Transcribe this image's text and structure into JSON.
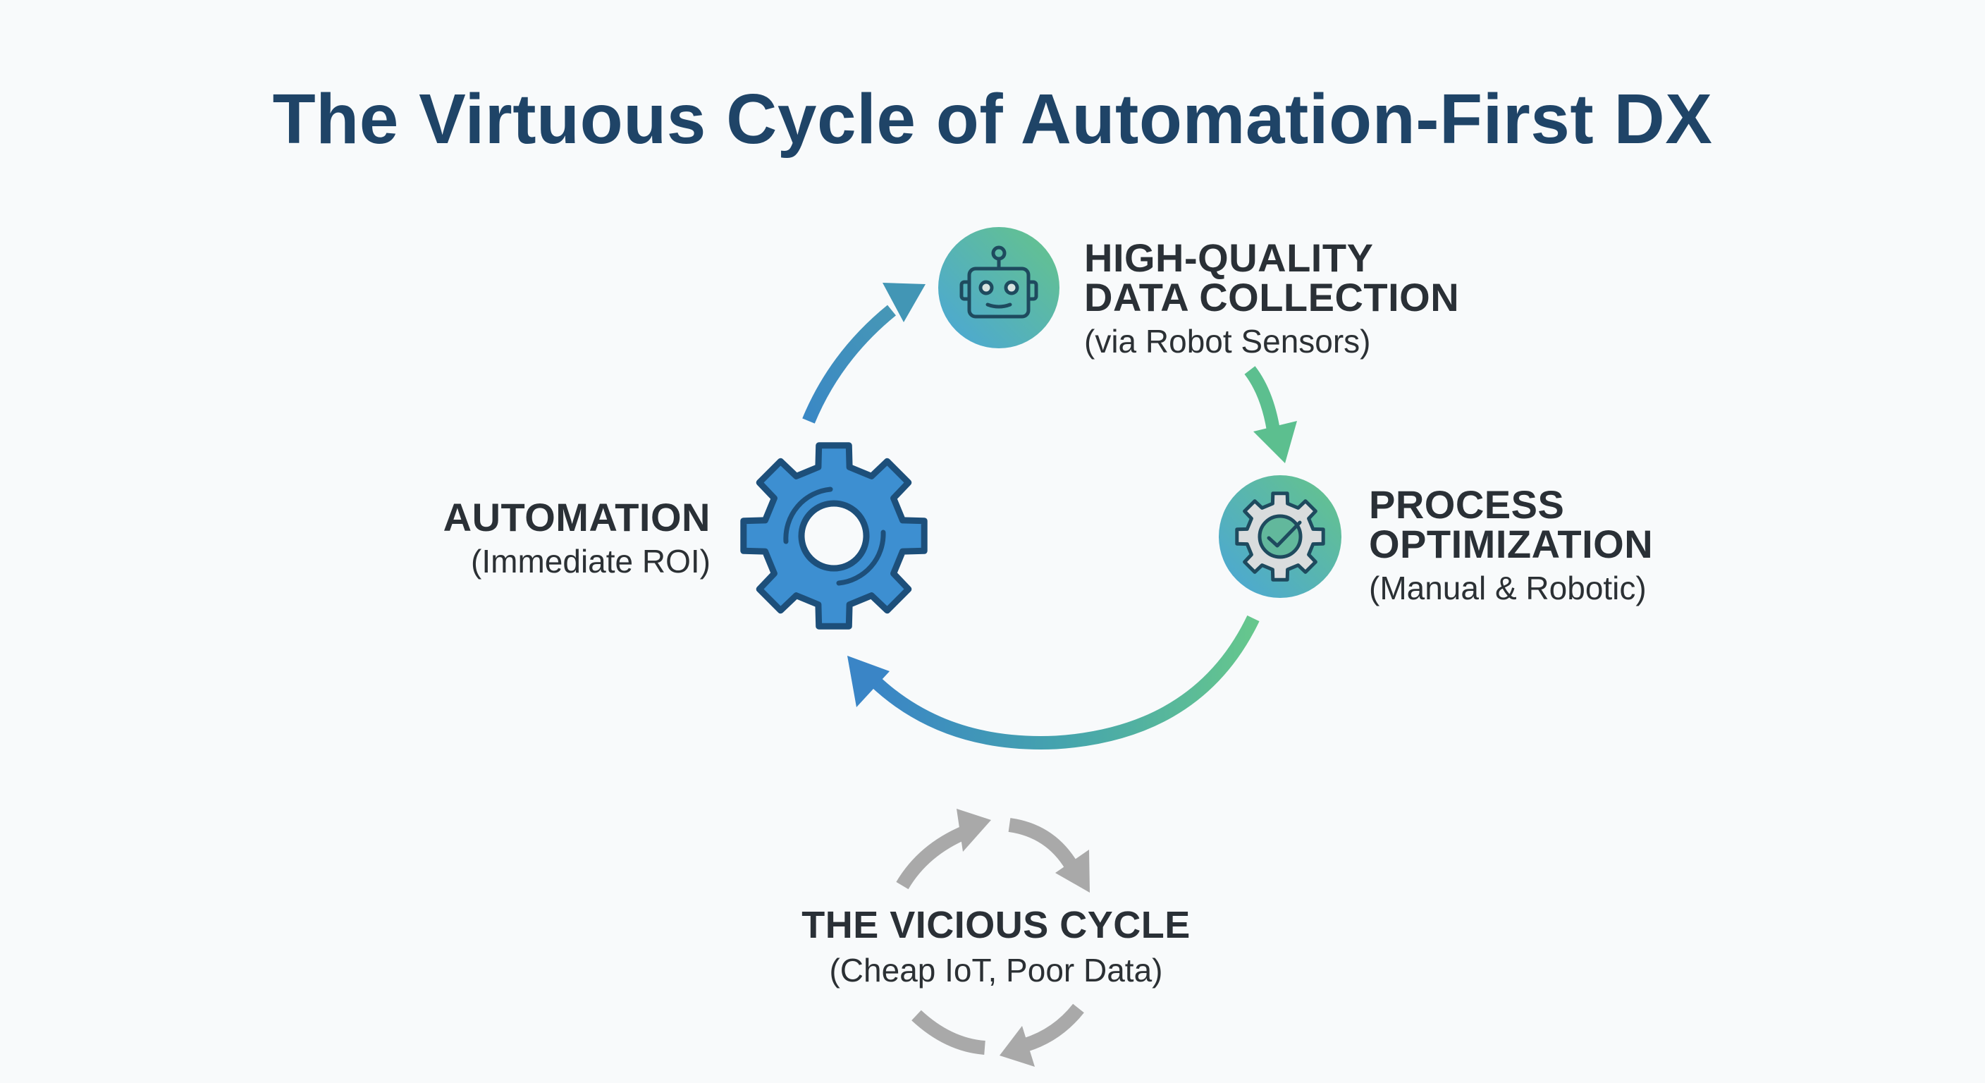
{
  "title": "The Virtuous Cycle of Automation-First DX",
  "colors": {
    "title": "#1f4467",
    "text": "#2a3036",
    "blue": "#3a88c5",
    "green": "#5cbf8f",
    "gray_arrow": "#a8a8a8",
    "gear_fill": "#3d8fd1",
    "gear_stroke": "#1d4f7a",
    "background": "#f8fafb"
  },
  "nodes": {
    "automation": {
      "heading": "AUTOMATION",
      "subtitle": "(Immediate ROI)",
      "icon": "gear-icon"
    },
    "data_collection": {
      "heading_line1": "HIGH-QUALITY",
      "heading_line2": "DATA COLLECTION",
      "subtitle": "(via Robot Sensors)",
      "icon": "robot-icon"
    },
    "process_optimization": {
      "heading_line1": "PROCESS",
      "heading_line2": "OPTIMIZATION",
      "subtitle": "(Manual & Robotic)",
      "icon": "gear-check-icon"
    }
  },
  "vicious_cycle": {
    "heading": "THE VICIOUS CYCLE",
    "subtitle": "(Cheap IoT, Poor Data)",
    "icon": "cycle-arrows-icon"
  },
  "flow": [
    {
      "from": "automation",
      "to": "data_collection"
    },
    {
      "from": "data_collection",
      "to": "process_optimization"
    },
    {
      "from": "process_optimization",
      "to": "automation"
    }
  ]
}
